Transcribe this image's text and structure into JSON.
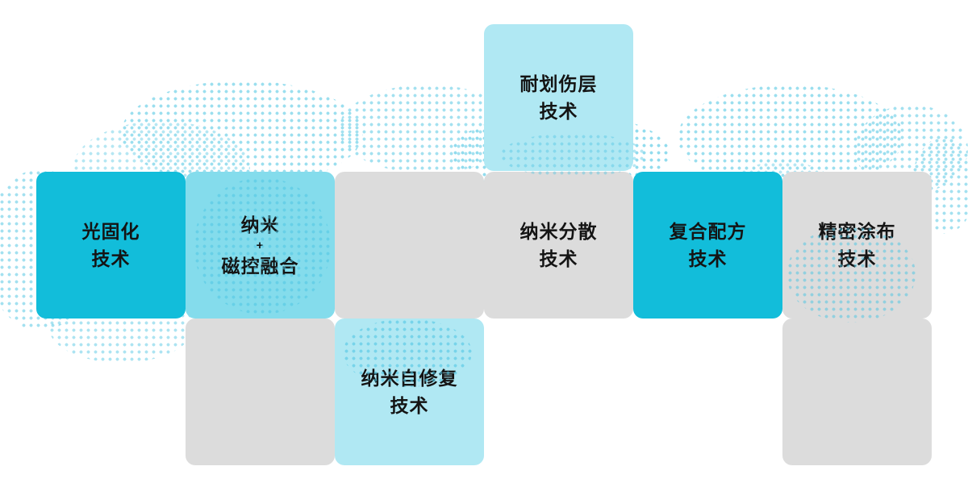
{
  "colors": {
    "cyan": "#12bdda",
    "medium_cyan": "#84dcec",
    "light_cyan": "#b0e8f3",
    "gray": "#dcdcdc",
    "text": "#141414",
    "dot": "#4cc5e3",
    "background": "#ffffff"
  },
  "tiles": [
    {
      "id": "scratch-resistant-layer",
      "lines": [
        "耐划伤层",
        "技术"
      ]
    },
    {
      "id": "photo-curing",
      "lines": [
        "光固化",
        "技术"
      ]
    },
    {
      "id": "nano-magnetron-fusion",
      "lines": [
        "纳米",
        "+",
        "磁控融合"
      ]
    },
    {
      "id": "empty-a",
      "lines": []
    },
    {
      "id": "nano-dispersion",
      "lines": [
        "纳米分散",
        "技术"
      ]
    },
    {
      "id": "composite-formula",
      "lines": [
        "复合配方",
        "技术"
      ]
    },
    {
      "id": "precision-coating",
      "lines": [
        "精密涂布",
        "技术"
      ]
    },
    {
      "id": "empty-b",
      "lines": []
    },
    {
      "id": "nano-self-healing",
      "lines": [
        "纳米自修复",
        "技术"
      ]
    },
    {
      "id": "empty-c",
      "lines": []
    }
  ]
}
